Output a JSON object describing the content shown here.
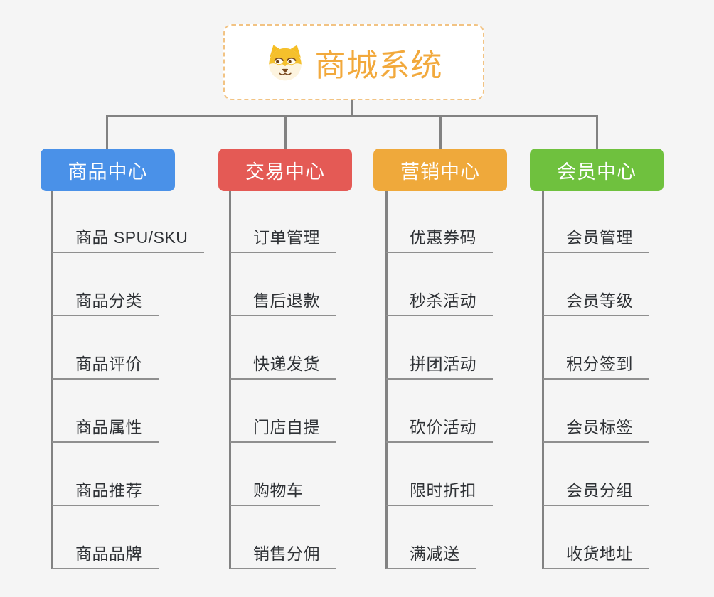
{
  "canvas": {
    "background_color": "#f5f5f5",
    "connector_color": "#828282",
    "underline_color": "#8f8f8f"
  },
  "root": {
    "title": "商城系统",
    "icon": "dog-face-icon",
    "accent_color": "#f2a93c",
    "border_color": "#f2c383"
  },
  "branches": [
    {
      "label": "商品中心",
      "color": "#4a91e8",
      "items": [
        "商品 SPU/SKU",
        "商品分类",
        "商品评价",
        "商品属性",
        "商品推荐",
        "商品品牌"
      ]
    },
    {
      "label": "交易中心",
      "color": "#e45a55",
      "items": [
        "订单管理",
        "售后退款",
        "快递发货",
        "门店自提",
        "购物车",
        "销售分佣"
      ]
    },
    {
      "label": "营销中心",
      "color": "#efa93b",
      "items": [
        "优惠券码",
        "秒杀活动",
        "拼团活动",
        "砍价活动",
        "限时折扣",
        "满减送"
      ]
    },
    {
      "label": "会员中心",
      "color": "#6fc13e",
      "items": [
        "会员管理",
        "会员等级",
        "积分签到",
        "会员标签",
        "会员分组",
        "收货地址"
      ]
    }
  ]
}
